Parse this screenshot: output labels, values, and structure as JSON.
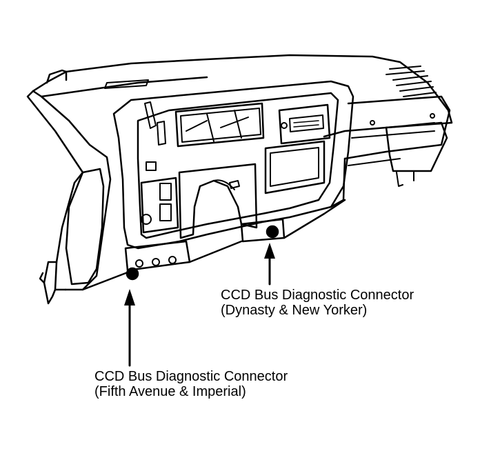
{
  "callouts": {
    "dynasty": {
      "line1": "CCD Bus Diagnostic Connector",
      "line2": "(Dynasty & New Yorker)"
    },
    "fifth_avenue": {
      "line1": "CCD Bus Diagnostic Connector",
      "line2": "(Fifth Avenue & Imperial)"
    }
  },
  "colors": {
    "ink": "#000000",
    "paper": "#ffffff"
  }
}
